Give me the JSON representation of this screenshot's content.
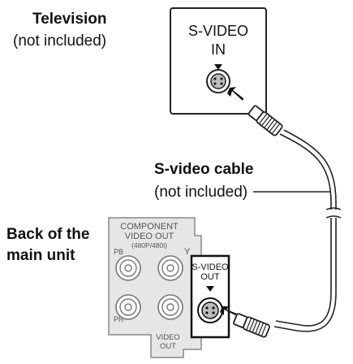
{
  "television": {
    "title": "Television",
    "note": "(not included)",
    "jack_label_line1": "S-VIDEO",
    "jack_label_line2": "IN"
  },
  "cable": {
    "title": "S-video cable",
    "note": "(not included)"
  },
  "main_unit": {
    "label_line1": "Back of the",
    "label_line2": "main unit",
    "component_line1": "COMPONENT",
    "component_line2": "VIDEO OUT",
    "component_line3": "(480P/480i)",
    "pb_label": "PB",
    "pr_label": "PR",
    "y_label": "Y",
    "svideo_out_line1": "S-VIDEO",
    "svideo_out_line2": "OUT",
    "video_out_line1": "VIDEO",
    "video_out_line2": "OUT"
  },
  "colors": {
    "panel_gray": "#e6e6e6",
    "line_dark": "#222222",
    "jack_gray": "#bdbdbd"
  }
}
